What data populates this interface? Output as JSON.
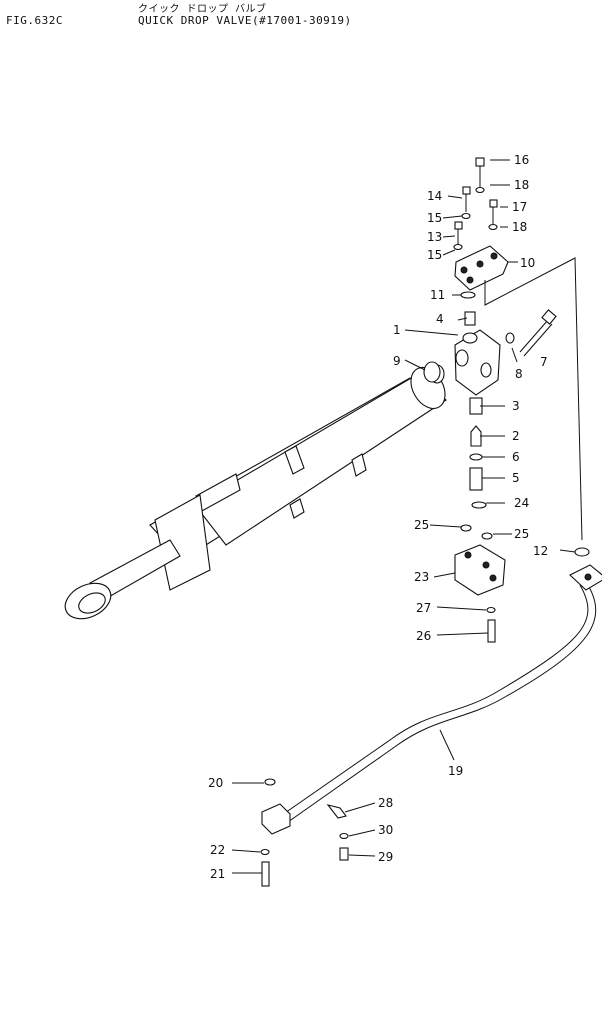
{
  "header": {
    "figure_no": "FIG.632C",
    "kana_title": "クイック ドロップ バルブ",
    "title": "QUICK DROP VALVE(#17001-30919)"
  },
  "callouts": [
    "1",
    "2",
    "3",
    "4",
    "5",
    "6",
    "7",
    "8",
    "9",
    "10",
    "11",
    "12",
    "13",
    "14",
    "15",
    "15",
    "16",
    "17",
    "18",
    "18",
    "19",
    "20",
    "21",
    "22",
    "23",
    "24",
    "25",
    "25",
    "26",
    "27",
    "28",
    "29",
    "30"
  ]
}
